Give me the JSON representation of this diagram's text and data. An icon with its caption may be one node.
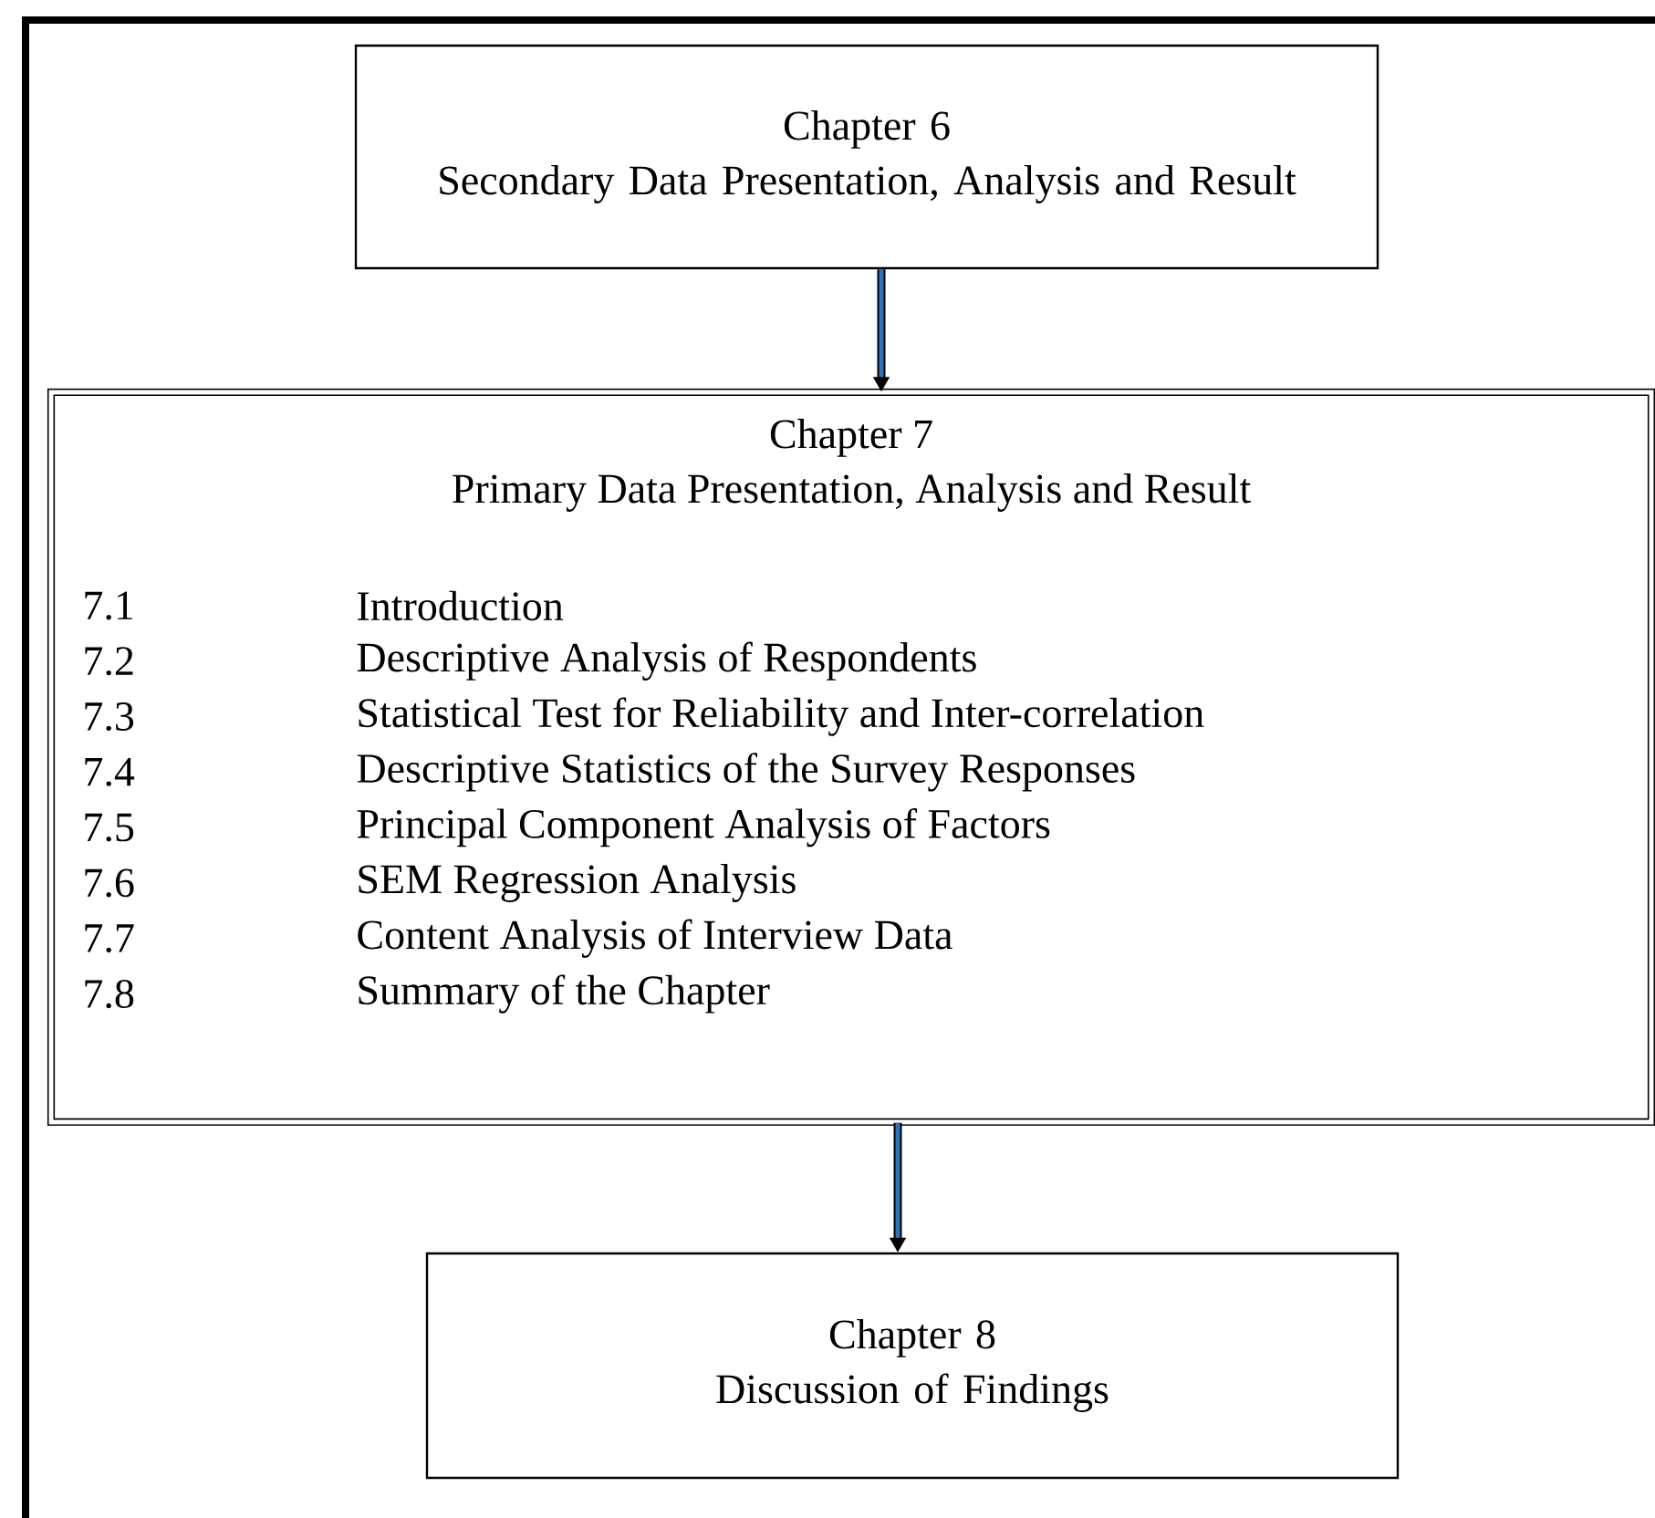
{
  "diagram": {
    "nodes": [
      {
        "text": [
          "Chapter 6",
          "Secondary Data Presentation, Analysis and Result"
        ]
      },
      {
        "text": [
          "Chapter 7",
          "Primary Data Presentation, Analysis and Result",
          "7.1",
          "Introduction",
          "7.2",
          "Descriptive Analysis of Respondents",
          "7.3",
          "Statistical Test for Reliability and Inter-correlation",
          "7.4",
          "Descriptive Statistics of the Survey Responses",
          "7.5",
          "Principal Component Analysis of Factors",
          "7.6",
          "SEM Regression Analysis",
          "7.7",
          "Content Analysis of Interview Data",
          "7.8",
          "Summary of the Chapter"
        ]
      },
      {
        "text": [
          "Chapter 8",
          "Discussion of Findings"
        ]
      }
    ],
    "edges": [
      {
        "from": 0,
        "to": 1,
        "arrow": "to"
      },
      {
        "from": 1,
        "to": 2,
        "arrow": "to"
      }
    ]
  }
}
